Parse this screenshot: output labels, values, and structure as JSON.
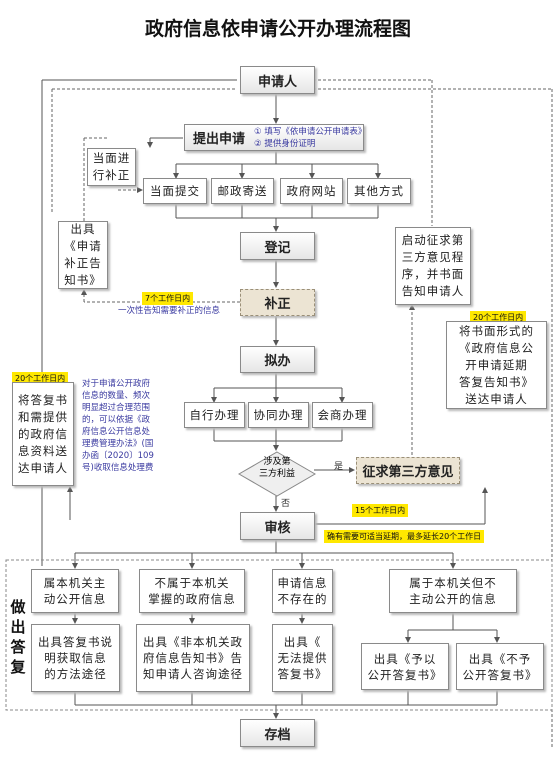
{
  "title": "政府信息依申请公开办理流程图",
  "nodes": {
    "applicant": "申请人",
    "submit": "提出申请",
    "submit_note_1": "① 填写《依申请公开申请表》",
    "submit_note_2": "② 提供身份证明",
    "supplement_onsite": "当面进\n行补正",
    "method_face": "当面提交",
    "method_mail": "邮政寄送",
    "method_web": "政府网站",
    "method_other": "其他方式",
    "issue_supplement_notice": "出具\n《申请\n补正告\n知书》",
    "register": "登记",
    "third_party_notice": "启动征求第\n三方意见程\n序，并书面\n告知申请人",
    "supplement": "补正",
    "process": "拟办",
    "extension_notice": "将书面形式的\n《政府信息公\n开申请延期\n答复告知书》\n送达申请人",
    "reply_and_provide": "将答复书\n和需提供\n的政府信\n息资料送\n达申请人",
    "self_handle": "自行办理",
    "co_handle": "协同办理",
    "consult_handle": "会商办理",
    "third_party_decision": "涉及第\n三方利益",
    "third_party_opinion": "征求第三方意见",
    "review": "审核",
    "cat_active": "属本机关主\n动公开信息",
    "cat_not_gov": "不属于本机关\n掌握的政府信息",
    "cat_not_exist": "申请信息\n不存在的",
    "cat_not_active": "属于本机关但不\n主动公开的信息",
    "out_active": "出具答复书说\n明获取信息\n的方法途径",
    "out_not_gov": "出具《非本机关政\n府信息告知书》告\n知申请人咨询途径",
    "out_not_exist": "出具《\n无法提供\n答复书》",
    "out_allow": "出具《予以\n公开答复书》",
    "out_deny": "出具《不予\n公开答复书》",
    "archive": "存档"
  },
  "labels": {
    "days7": "7个工作日内",
    "days20_left": "20个工作日内",
    "days20_right": "20个工作日内",
    "days15": "15个工作日内",
    "extend": "确有需要可适当延期，最多延长20个工作日",
    "once_notice": "一次性告知需要补正的信息",
    "fee_note": "对于申请公开政府\n信息的数量、频次\n明显超过合理范围\n的，可以依据《政\n府信息公开信息处\n理费管理办法》(国\n办函〔2020〕109\n号)收取信息处理费",
    "yes": "是",
    "no": "否",
    "side_reply": "做\n出\n答\n复"
  }
}
